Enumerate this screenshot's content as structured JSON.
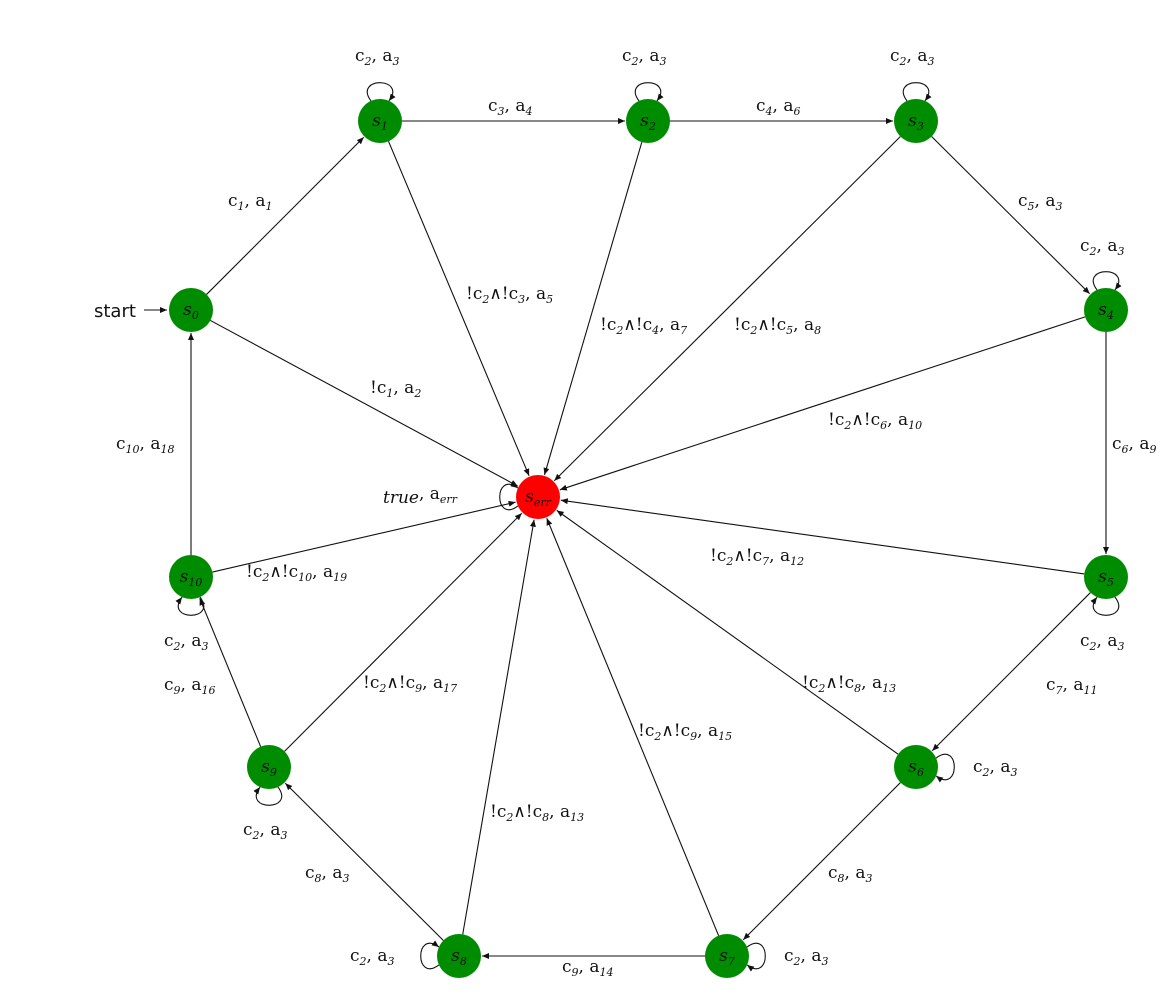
{
  "start_label": "start",
  "colors": {
    "state": "#008c00",
    "error": "#ff0000",
    "edge": "#111111"
  },
  "nodes": {
    "s0": {
      "base": "s",
      "sub": "0"
    },
    "s1": {
      "base": "s",
      "sub": "1"
    },
    "s2": {
      "base": "s",
      "sub": "2"
    },
    "s3": {
      "base": "s",
      "sub": "3"
    },
    "s4": {
      "base": "s",
      "sub": "4"
    },
    "s5": {
      "base": "s",
      "sub": "5"
    },
    "s6": {
      "base": "s",
      "sub": "6"
    },
    "s7": {
      "base": "s",
      "sub": "7"
    },
    "s8": {
      "base": "s",
      "sub": "8"
    },
    "s9": {
      "base": "s",
      "sub": "9"
    },
    "s10": {
      "base": "s",
      "sub": "10"
    },
    "serr": {
      "base": "s",
      "sub": "err"
    }
  },
  "edges": {
    "s0_s1": [
      "c",
      "1",
      ", a",
      "1"
    ],
    "s1_s2": [
      "c",
      "3",
      ", a",
      "4"
    ],
    "s2_s3": [
      "c",
      "4",
      ", a",
      "6"
    ],
    "s3_s4": [
      "c",
      "5",
      ", a",
      "3"
    ],
    "s4_s5": [
      "c",
      "6",
      ", a",
      "9"
    ],
    "s5_s6": [
      "c",
      "7",
      ", a",
      "11"
    ],
    "s6_s7": [
      "c",
      "8",
      ", a",
      "3"
    ],
    "s7_s8": [
      "c",
      "9",
      ", a",
      "14"
    ],
    "s8_s9": [
      "c",
      "8",
      ", a",
      "3"
    ],
    "s9_s10": [
      "c",
      "9",
      ", a",
      "16"
    ],
    "s10_s0": [
      "c",
      "10",
      ", a",
      "18"
    ],
    "s0_err": [
      "!c",
      "1",
      ", a",
      "2"
    ],
    "s1_err": [
      "!c",
      "2",
      "∧!c",
      "3",
      ", a",
      "5"
    ],
    "s2_err": [
      "!c",
      "2",
      "∧!c",
      "4",
      ", a",
      "7"
    ],
    "s3_err": [
      "!c",
      "2",
      "∧!c",
      "5",
      ", a",
      "8"
    ],
    "s4_err": [
      "!c",
      "2",
      "∧!c",
      "6",
      ", a",
      "10"
    ],
    "s5_err": [
      "!c",
      "2",
      "∧!c",
      "7",
      ", a",
      "12"
    ],
    "s6_err": [
      "!c",
      "2",
      "∧!c",
      "8",
      ", a",
      "13"
    ],
    "s7_err": [
      "!c",
      "2",
      "∧!c",
      "9",
      ", a",
      "15"
    ],
    "s8_err": [
      "!c",
      "2",
      "∧!c",
      "8",
      ", a",
      "13"
    ],
    "s9_err": [
      "!c",
      "2",
      "∧!c",
      "9",
      ", a",
      "17"
    ],
    "s10_err": [
      "!c",
      "2",
      "∧!c",
      "10",
      ", a",
      "19"
    ],
    "loop_c2_a3": [
      "c",
      "2",
      ", a",
      "3"
    ],
    "loop_err": [
      "true",
      "",
      ", a",
      "err"
    ]
  }
}
